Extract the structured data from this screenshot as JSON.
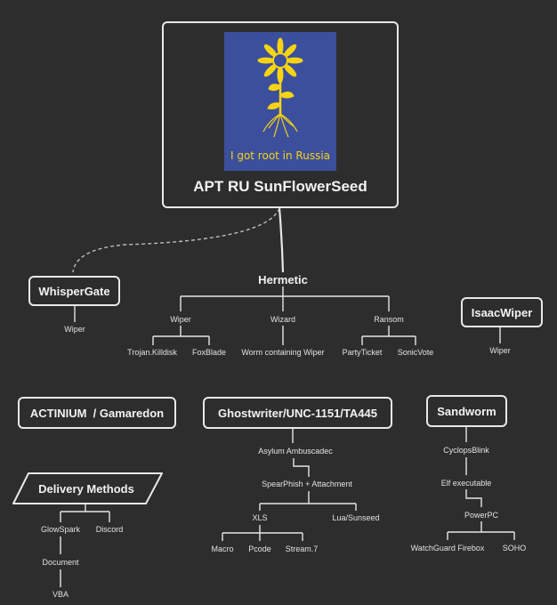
{
  "diagram": {
    "main": {
      "title": "APT RU SunFlowerSeed",
      "poster_caption": "I got root in Russia",
      "poster_colors": {
        "background": "#3c4f9c",
        "flower": "#f6d414"
      }
    },
    "whispergate": {
      "label": "WhisperGate",
      "child": "Wiper"
    },
    "hermetic": {
      "label": "Hermetic",
      "branches": [
        {
          "label": "Wiper",
          "children": [
            "Trojan.Killdisk",
            "FoxBlade"
          ]
        },
        {
          "label": "Wizard",
          "children": [
            "Worm containing Wiper"
          ]
        },
        {
          "label": "Ransom",
          "children": [
            "PartyTicket",
            "SonicVote"
          ]
        }
      ]
    },
    "isaacwiper": {
      "label": "IsaacWiper",
      "child": "Wiper"
    },
    "actinium": {
      "label": "ACTINIUM  / Gamaredon"
    },
    "delivery": {
      "label": "Delivery Methods",
      "children": [
        "GlowSpark",
        "Discord"
      ],
      "chain": [
        "Document",
        "VBA"
      ]
    },
    "ghostwriter": {
      "label": "Ghostwriter/UNC-1151/TA445",
      "chain": [
        "Asylum Ambuscadec",
        "SpearPhish + Attachment"
      ],
      "branches": [
        "XLS",
        "Lua/Sunseed"
      ],
      "xls_children": [
        "Macro",
        "Pcode",
        "Stream.7"
      ]
    },
    "sandworm": {
      "label": "Sandworm",
      "chain": [
        "CyclopsBlink",
        "Elf executable",
        "PowerPC"
      ],
      "leaves": [
        "WatchGuard Firebox",
        "SOHO"
      ]
    }
  }
}
